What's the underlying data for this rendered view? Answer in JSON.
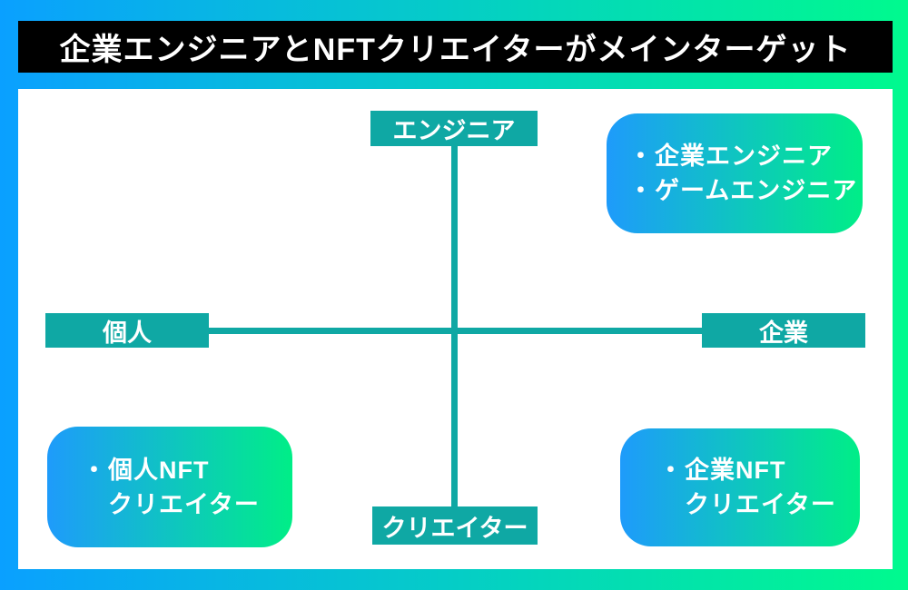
{
  "title": "企業エンジニアとNFTクリエイターがメインターゲット",
  "bullet": "・",
  "axes": {
    "top": "エンジニア",
    "bottom": "クリエイター",
    "left": "個人",
    "right": "企業"
  },
  "quadrants": {
    "top_right": {
      "items": [
        "企業エンジニア",
        "ゲームエンジニア"
      ]
    },
    "bottom_left": {
      "items": [
        "個人NFT\nクリエイター"
      ]
    },
    "bottom_right": {
      "items": [
        "企業NFT\nクリエイター"
      ]
    }
  },
  "colors": {
    "background_gradient_start": "#0AA0FF",
    "background_gradient_end": "#00FA8E",
    "title_bar_bg": "#000000",
    "title_text": "#FFFFFF",
    "panel_bg": "#FFFFFF",
    "axis_teal": "#0FA8A4",
    "card_gradient_start": "#1E9BFB",
    "card_gradient_end": "#00EE87"
  }
}
